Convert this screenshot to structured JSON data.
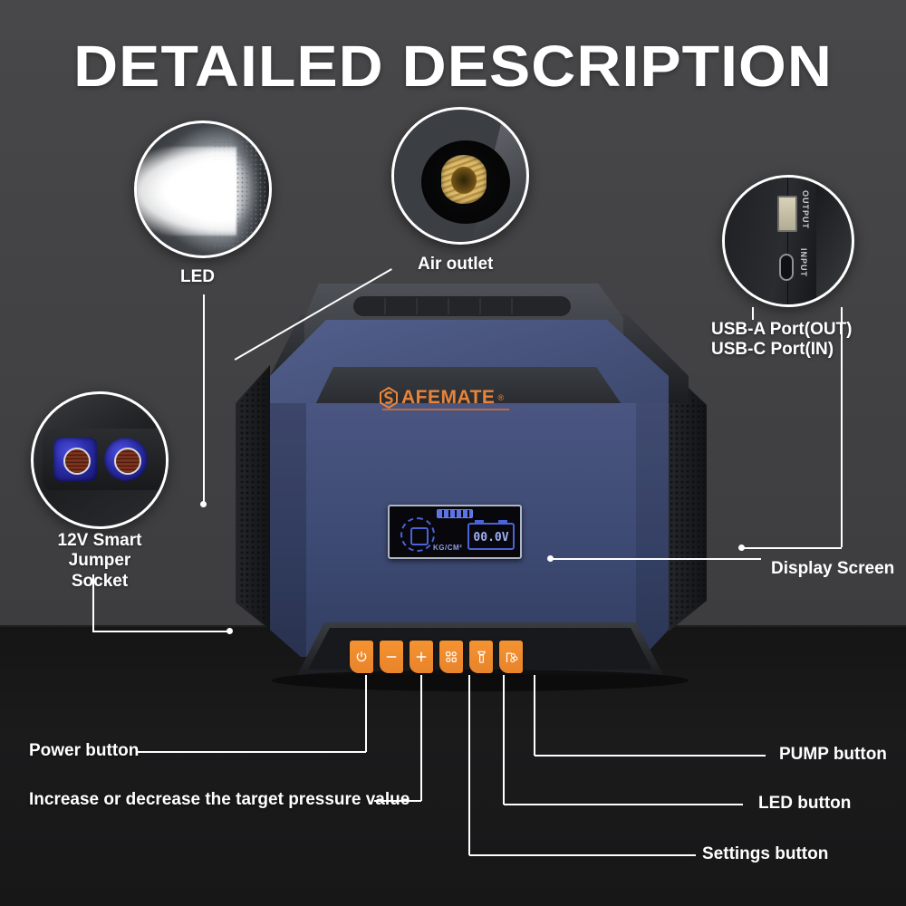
{
  "header": {
    "title": "DETAILED DESCRIPTION"
  },
  "callouts": [
    {
      "id": "led",
      "label": "LED",
      "icon": "flashlight-beam"
    },
    {
      "id": "air",
      "label": "Air outlet",
      "icon": "brass-nozzle"
    },
    {
      "id": "usb",
      "label": "USB-A Port(OUT)\nUSB-C Port(IN)",
      "icon": "usb-ports",
      "port_labels": {
        "output": "OUTPUT",
        "input": "INPUT"
      }
    },
    {
      "id": "jumper",
      "label": "12V Smart\nJumper Socket",
      "icon": "jumper-socket"
    },
    {
      "id": "screen",
      "label": "Display Screen",
      "icon": "lcd-screen"
    }
  ],
  "device": {
    "brand": "AFEMATE",
    "brand_mark": "S",
    "display": {
      "unit": "KG/CM²",
      "voltage": "00.0V",
      "battery_segments": 4,
      "gauge_icon": "pressure-gauge-icon"
    },
    "buttons": [
      {
        "name": "power",
        "icon": "power-icon"
      },
      {
        "name": "decrease",
        "icon": "minus-icon"
      },
      {
        "name": "increase",
        "icon": "plus-icon"
      },
      {
        "name": "settings",
        "icon": "grid-settings-icon"
      },
      {
        "name": "led",
        "icon": "flashlight-icon"
      },
      {
        "name": "pump",
        "icon": "pump-icon"
      }
    ]
  },
  "annotations": {
    "power": "Power button",
    "pressure": "Increase or decrease the target pressure value",
    "pump": "PUMP button",
    "led": "LED button",
    "settings": "Settings button"
  },
  "colors": {
    "background_top": "#434345",
    "background_bottom": "#171718",
    "body_blue": "#3d4a73",
    "accent_orange": "#ef8c2d",
    "screen_blue": "#4a63d8",
    "line_white": "#ffffff"
  }
}
